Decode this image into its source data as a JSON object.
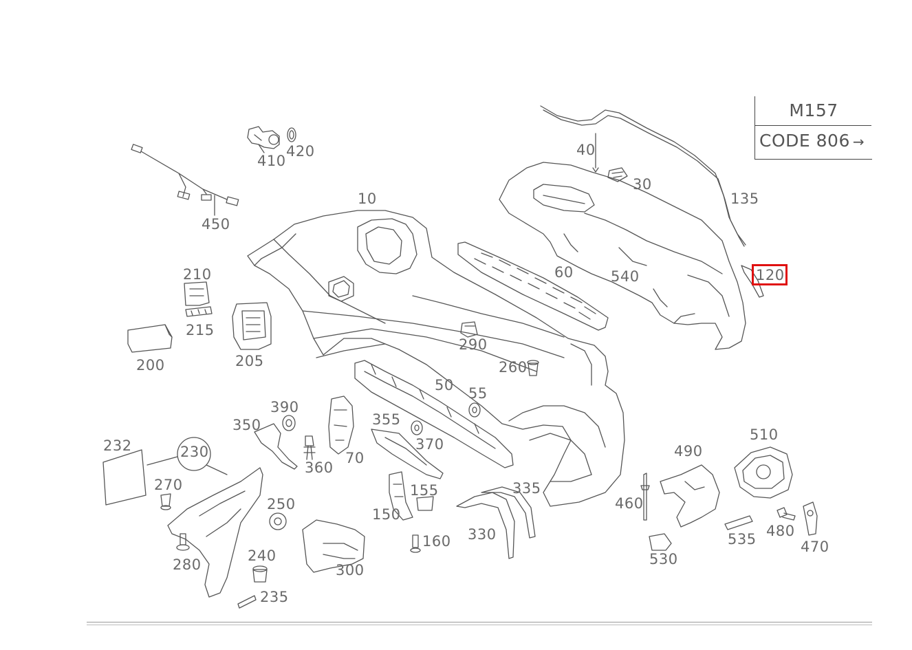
{
  "code_box": {
    "top": "M157",
    "bottom": "CODE 806",
    "arrow": "→"
  },
  "highlight_color": "#e01010",
  "line_color": "#555555",
  "labels": {
    "p10": "10",
    "p30": "30",
    "p40": "40",
    "p50": "50",
    "p55": "55",
    "p60": "60",
    "p70": "70",
    "p120": "120",
    "p135": "135",
    "p150": "150",
    "p155": "155",
    "p160": "160",
    "p200": "200",
    "p205": "205",
    "p210": "210",
    "p215": "215",
    "p230": "230",
    "p232": "232",
    "p235": "235",
    "p240": "240",
    "p250": "250",
    "p260": "260",
    "p270": "270",
    "p280": "280",
    "p290": "290",
    "p300": "300",
    "p330": "330",
    "p335": "335",
    "p350": "350",
    "p355": "355",
    "p360": "360",
    "p370": "370",
    "p390": "390",
    "p410": "410",
    "p420": "420",
    "p450": "450",
    "p460": "460",
    "p470": "470",
    "p480": "480",
    "p490": "490",
    "p510": "510",
    "p530": "530",
    "p535": "535",
    "p540": "540"
  },
  "selected_part": "120"
}
